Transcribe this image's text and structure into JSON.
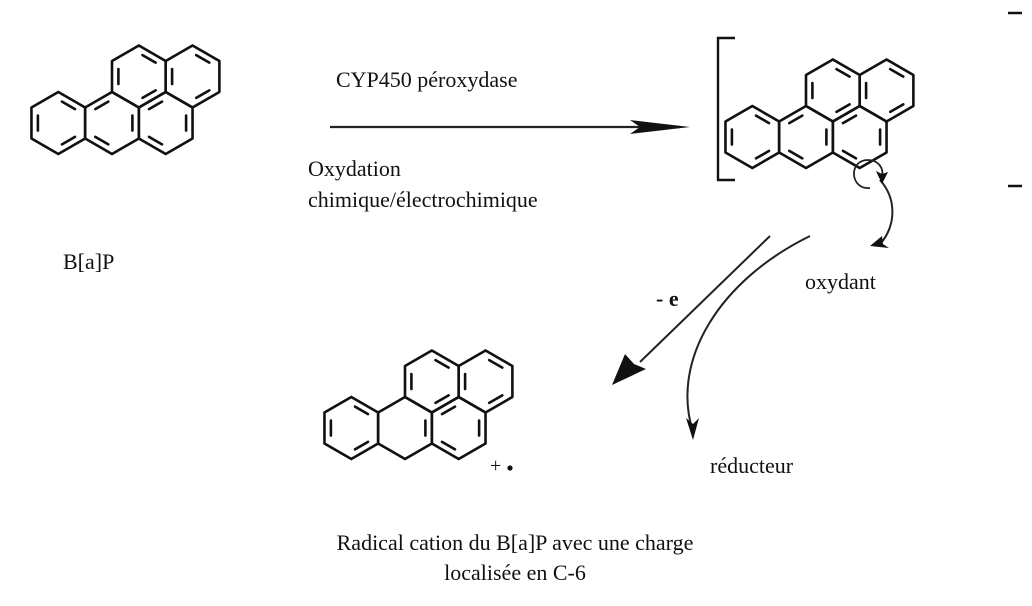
{
  "labels": {
    "reactant": "B[a]P",
    "reagent_top": "CYP450 péroxydase",
    "reagent_bottom_1": "Oxydation",
    "reagent_bottom_2": "chimique/électrochimique",
    "electron_loss": "- e",
    "oxidant": "oxydant",
    "reductant": "réducteur",
    "plus_sign": "+",
    "product_caption_1": "Radical cation du B[a]P avec une charge",
    "product_caption_2": "localisée en C-6"
  },
  "colors": {
    "ink": "#111111",
    "background": "#ffffff"
  }
}
